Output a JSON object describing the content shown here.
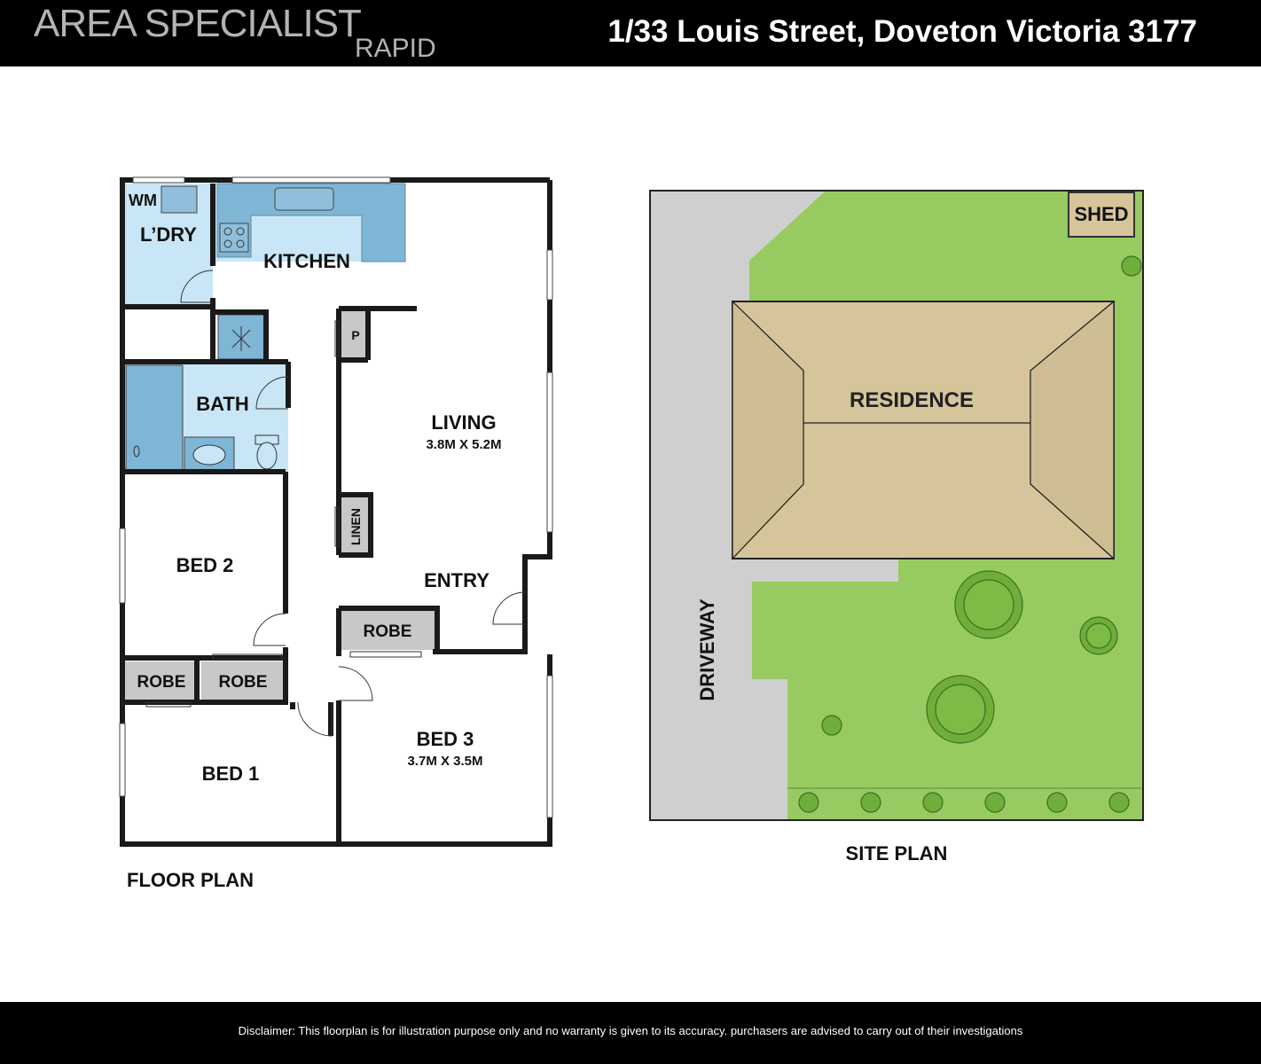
{
  "header": {
    "brand": "AREA SPECIALIST",
    "brand_sub": "RAPID",
    "address": "1/33 Louis Street, Doveton Victoria 3177"
  },
  "floor_plan": {
    "title": "FLOOR PLAN",
    "rooms": {
      "wm": "WM",
      "laundry": "L’DRY",
      "kitchen": "KITCHEN",
      "pantry": "P",
      "bath": "BATH",
      "living": "LIVING",
      "living_dims": "3.8M X 5.2M",
      "linen": "LINEN",
      "bed2": "BED 2",
      "entry": "ENTRY",
      "robe_bed3": "ROBE",
      "robe_left": "ROBE",
      "robe_right": "ROBE",
      "bed3": "BED 3",
      "bed3_dims": "3.7M X 3.5M",
      "bed1": "BED 1"
    }
  },
  "site_plan": {
    "title": "SITE PLAN",
    "shed": "SHED",
    "residence": "RESIDENCE",
    "driveway": "DRIVEWAY"
  },
  "colors": {
    "wet_area": "#c8e6f5",
    "fixture": "#7fb5d5",
    "storage": "#c8c8c8",
    "lawn": "#97cb61",
    "roof": "#d6c59b",
    "driveway": "#cfcfcf",
    "tree": "#6fae3a"
  },
  "footer": {
    "disclaimer": "Disclaimer: This floorplan is for illustration purpose only and no warranty is given to its accuracy. purchasers are advised to carry out of their investigations"
  }
}
